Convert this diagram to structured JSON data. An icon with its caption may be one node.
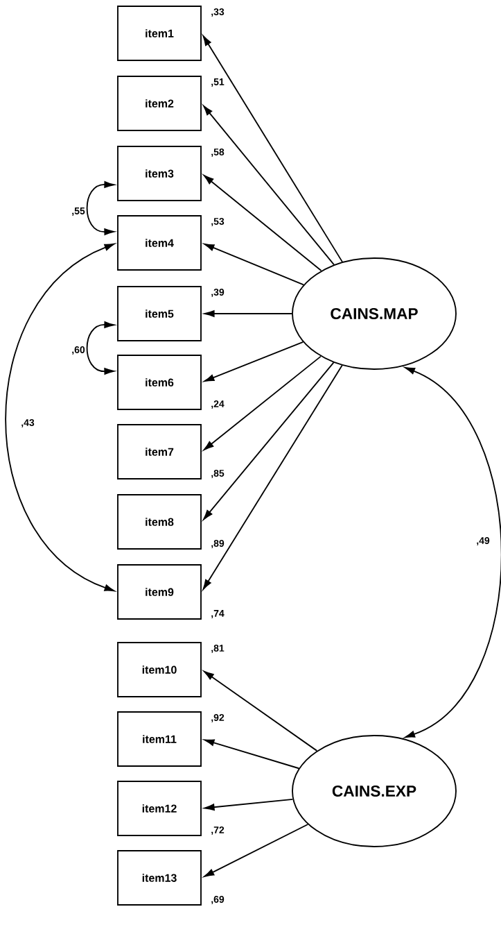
{
  "diagram": {
    "nodes": [
      {
        "text": [
          "item1"
        ],
        "beside": [
          ",33"
        ]
      },
      {
        "text": [
          "item2"
        ],
        "beside": [
          ",51"
        ]
      },
      {
        "text": [
          "item3"
        ],
        "beside": [
          ",58"
        ]
      },
      {
        "text": [
          "item4"
        ],
        "beside": [
          ",53"
        ]
      },
      {
        "text": [
          "item5"
        ],
        "beside": [
          ",39"
        ]
      },
      {
        "text": [
          "item6"
        ],
        "beside": [
          ",24"
        ]
      },
      {
        "text": [
          "item7"
        ],
        "beside": [
          ",85"
        ]
      },
      {
        "text": [
          "item8"
        ],
        "beside": [
          ",89"
        ]
      },
      {
        "text": [
          "item9"
        ],
        "beside": [
          ",74"
        ]
      },
      {
        "text": [
          "item10"
        ],
        "beside": [
          ",81"
        ]
      },
      {
        "text": [
          "item11"
        ],
        "beside": [
          ",92"
        ]
      },
      {
        "text": [
          "item12"
        ],
        "beside": [
          ",72"
        ]
      },
      {
        "text": [
          "item13"
        ],
        "beside": [
          ",69"
        ]
      },
      {
        "text": [
          "CAINS.MAP"
        ]
      },
      {
        "text": [
          "CAINS.EXP"
        ]
      }
    ],
    "edges": [
      {
        "from": 13,
        "to": 0,
        "arrow": "to"
      },
      {
        "from": 13,
        "to": 1,
        "arrow": "to"
      },
      {
        "from": 13,
        "to": 2,
        "arrow": "to"
      },
      {
        "from": 13,
        "to": 3,
        "arrow": "to"
      },
      {
        "from": 13,
        "to": 4,
        "arrow": "to"
      },
      {
        "from": 13,
        "to": 5,
        "arrow": "to"
      },
      {
        "from": 13,
        "to": 6,
        "arrow": "to"
      },
      {
        "from": 13,
        "to": 7,
        "arrow": "to"
      },
      {
        "from": 13,
        "to": 8,
        "arrow": "to"
      },
      {
        "from": 14,
        "to": 9,
        "arrow": "to"
      },
      {
        "from": 14,
        "to": 10,
        "arrow": "to"
      },
      {
        "from": 14,
        "to": 11,
        "arrow": "to"
      },
      {
        "from": 14,
        "to": 12,
        "arrow": "to"
      },
      {
        "from": 2,
        "to": 3,
        "arrow": "both",
        "label": ",55"
      },
      {
        "from": 4,
        "to": 5,
        "arrow": "both",
        "label": ",60"
      },
      {
        "from": 3,
        "to": 8,
        "arrow": "both",
        "label": ",43"
      },
      {
        "from": 13,
        "to": 14,
        "arrow": "both",
        "label": ",49"
      }
    ]
  }
}
